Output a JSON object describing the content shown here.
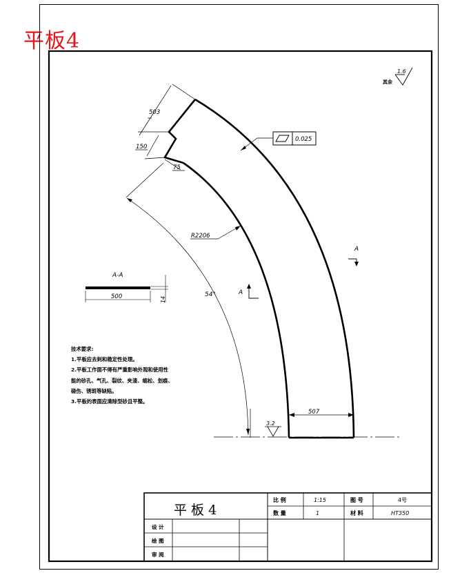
{
  "page_label": "平板4",
  "surface": {
    "value": "1.6",
    "note": "其余"
  },
  "flatness": {
    "value": "0.025"
  },
  "dimensions": {
    "outer_top": "503",
    "step_depth": "150",
    "step_width": "75",
    "radius": "R2206",
    "angle": "54°",
    "bottom_width": "507",
    "rough_bottom": "3.2"
  },
  "section_marks": {
    "right": "A",
    "left": "A"
  },
  "section_view": {
    "title": "A-A",
    "length": "500",
    "thickness": "14"
  },
  "notes": {
    "title": "技术要求:",
    "lines": [
      "1.平板应去刺和稳定性处理。",
      "2.平板工作面不得有严重影响外观和使用性",
      "能的砂孔、气孔、裂纹、夹渣、缩松、划痕、",
      "碰伤、锈斑等缺陷。",
      "3.平板的表面应清除型砂且平整。"
    ]
  },
  "title_block": {
    "name": "平 板 4",
    "scale_label": "比 例",
    "scale_value": "1:15",
    "drawing_no_label": "图 号",
    "drawing_no_value": "4号",
    "quantity_label": "数 量",
    "quantity_value": "1",
    "material_label": "材 料",
    "material_value": "HT350",
    "designer": "设 计",
    "drafter": "绘 图",
    "reviewer": "审 阅"
  }
}
